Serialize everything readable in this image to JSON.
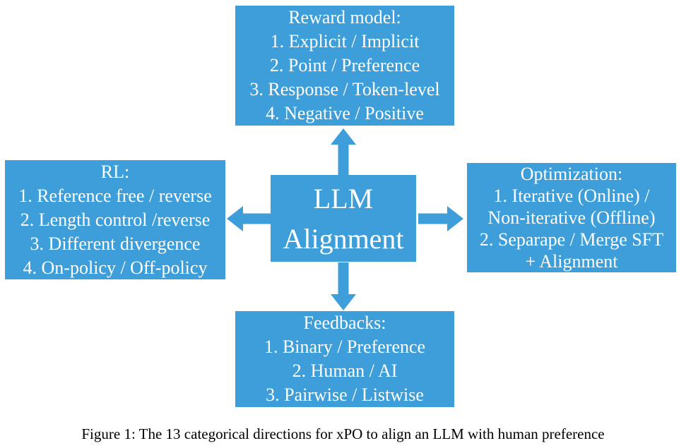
{
  "diagram": {
    "colors": {
      "box_blue": "#3D9ED9",
      "box_text": "#FFFFFF",
      "caption_text": "#000000"
    },
    "center_box": {
      "line1": "LLM",
      "line2": "Alignment"
    },
    "top_box": {
      "title": "Reward model:",
      "items": [
        "1. Explicit / Implicit",
        "2. Point / Preference",
        "3. Response / Token-level",
        "4. Negative / Positive"
      ]
    },
    "left_box": {
      "title": "RL:",
      "items": [
        "1. Reference free / reverse",
        "2. Length control /reverse",
        "3. Different divergence",
        "4. On-policy / Off-policy"
      ]
    },
    "right_box": {
      "title": "Optimization:",
      "items": [
        "1. Iterative (Online) /",
        "Non-iterative (Offline)",
        "2. Separape / Merge SFT",
        "+ Alignment"
      ]
    },
    "bottom_box": {
      "title": "Feedbacks:",
      "items": [
        "1. Binary / Preference",
        "2. Human / AI",
        "3. Pairwise / Listwise"
      ]
    }
  },
  "caption": "Figure 1: The 13 categorical directions for xPO to align an LLM with human preference"
}
